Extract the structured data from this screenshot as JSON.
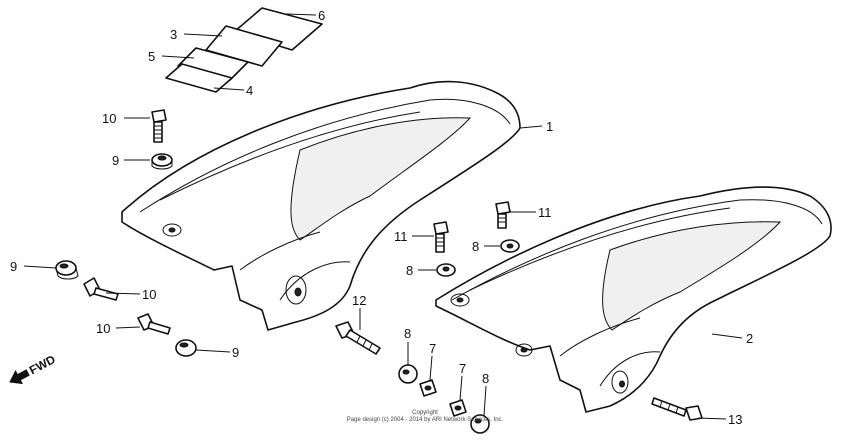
{
  "callouts": {
    "c1": "1",
    "c2": "2",
    "c3": "3",
    "c4": "4",
    "c5": "5",
    "c6": "6",
    "c7a": "7",
    "c7b": "7",
    "c8a": "8",
    "c8b": "8",
    "c8c": "8",
    "c8d": "8",
    "c9a": "9",
    "c9b": "9",
    "c9c": "9",
    "c10a": "10",
    "c10b": "10",
    "c10c": "10",
    "c11a": "11",
    "c11b": "11",
    "c12": "12",
    "c13": "13"
  },
  "fwd_label": "FWD",
  "copyright": {
    "line1": "Copyright",
    "line2": "Page design (c) 2004 - 2014 by ARI Network Services, Inc."
  }
}
